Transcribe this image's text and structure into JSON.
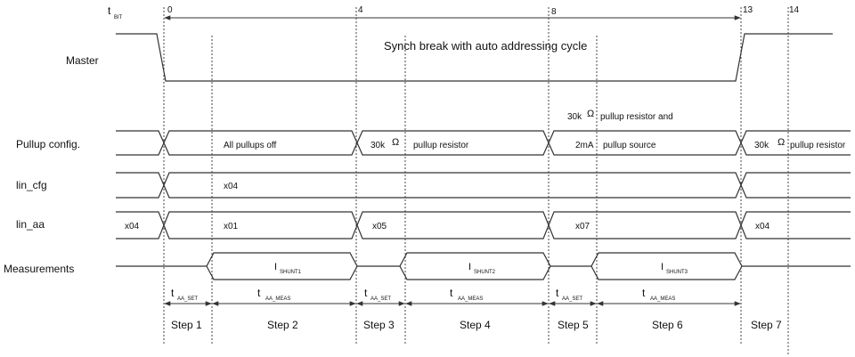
{
  "signals": {
    "master": "Master",
    "pullup": "Pullup config.",
    "lin_cfg": "lin_cfg",
    "lin_aa": "lin_aa",
    "measurements": "Measurements"
  },
  "t_bit": {
    "t": "t",
    "sub": "BIT"
  },
  "ticks": [
    "0",
    "4",
    "8",
    "13",
    "14"
  ],
  "master_caption": "Synch break with auto addressing cycle",
  "pullup": {
    "note": "pullup resistor and",
    "note_value": "30k",
    "omega": "Ω",
    "all_off": "All pullups off",
    "seg3_value": "30k",
    "seg3_text": "pullup resistor",
    "seg5_value": "2mA",
    "seg5_text": "pullup source",
    "seg7_value": "30k",
    "seg7_text": "pullup resistor"
  },
  "lin_cfg": {
    "value": "x04"
  },
  "lin_aa": {
    "before": "x04",
    "s2": "x01",
    "s3": "x05",
    "s5": "x07",
    "s7": "x04"
  },
  "measurements": {
    "i": "I",
    "shunt1": "SHUNT1",
    "shunt2": "SHUNT2",
    "shunt3": "SHUNT3"
  },
  "timing": {
    "t": "t",
    "aa_set": "AA_SET",
    "aa_meas": "AA_MEAS"
  },
  "steps": [
    "Step 1",
    "Step 2",
    "Step 3",
    "Step 4",
    "Step 5",
    "Step 6",
    "Step 7"
  ]
}
